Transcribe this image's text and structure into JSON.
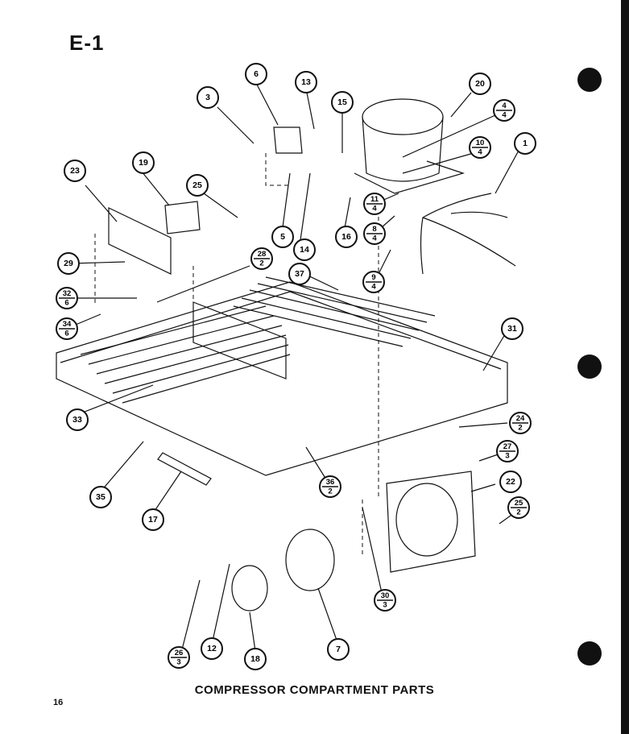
{
  "page_id": "E-1",
  "caption": "COMPRESSOR COMPARTMENT PARTS",
  "page_number": "16",
  "callouts": [
    {
      "n": "6",
      "s": ""
    },
    {
      "n": "13",
      "s": ""
    },
    {
      "n": "3",
      "s": ""
    },
    {
      "n": "15",
      "s": ""
    },
    {
      "n": "20",
      "s": ""
    },
    {
      "n": "4",
      "s": "4"
    },
    {
      "n": "1",
      "s": ""
    },
    {
      "n": "10",
      "s": "4"
    },
    {
      "n": "23",
      "s": ""
    },
    {
      "n": "19",
      "s": ""
    },
    {
      "n": "25",
      "s": ""
    },
    {
      "n": "11",
      "s": "4"
    },
    {
      "n": "5",
      "s": ""
    },
    {
      "n": "14",
      "s": ""
    },
    {
      "n": "16",
      "s": ""
    },
    {
      "n": "8",
      "s": "4"
    },
    {
      "n": "28",
      "s": "2"
    },
    {
      "n": "29",
      "s": ""
    },
    {
      "n": "37",
      "s": ""
    },
    {
      "n": "9",
      "s": "4"
    },
    {
      "n": "32",
      "s": "6"
    },
    {
      "n": "34",
      "s": "6"
    },
    {
      "n": "31",
      "s": ""
    },
    {
      "n": "33",
      "s": ""
    },
    {
      "n": "24",
      "s": "2"
    },
    {
      "n": "27",
      "s": "3"
    },
    {
      "n": "35",
      "s": ""
    },
    {
      "n": "36",
      "s": "2"
    },
    {
      "n": "22",
      "s": ""
    },
    {
      "n": "17",
      "s": ""
    },
    {
      "n": "25",
      "s": "2"
    },
    {
      "n": "30",
      "s": "3"
    },
    {
      "n": "26",
      "s": "3"
    },
    {
      "n": "12",
      "s": ""
    },
    {
      "n": "18",
      "s": ""
    },
    {
      "n": "7",
      "s": ""
    }
  ]
}
